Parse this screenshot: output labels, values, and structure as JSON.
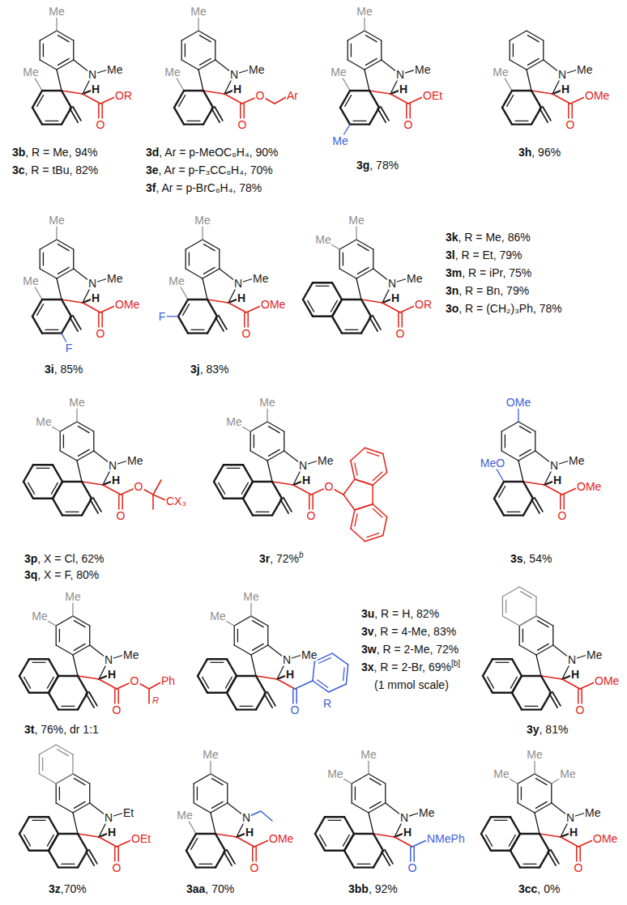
{
  "diagram": {
    "labels": [
      "Me",
      "Me",
      "N",
      "Me",
      "H",
      "O",
      "OR",
      "3b",
      ", R = Me, 94%",
      "3c",
      ", R = tBu, 82%",
      "Me",
      "Me",
      "N",
      "Me",
      "H",
      "O",
      "O",
      "Ar",
      "3d",
      ", Ar = p-MeOC₆H₄, 90%",
      "3e",
      ", Ar = p-F₃CC₆H₄, 70%",
      "3f",
      ", Ar = p-BrC₆H₄, 78%",
      "Me",
      "Me",
      "N",
      "Me",
      "H",
      "Me",
      "O",
      "OEt",
      "3g",
      ", 78%",
      "Me",
      "N",
      "Me",
      "H",
      "O",
      "OMe",
      "3h",
      ", 96%",
      "Me",
      "Me",
      "N",
      "Me",
      "H",
      "F",
      "O",
      "OMe",
      "3i",
      ", 85%",
      "Me",
      "Me",
      "N",
      "Me",
      "H",
      "F",
      "O",
      "OMe",
      "3j",
      ", 83%",
      "Me",
      "Me",
      "N",
      "Me",
      "H",
      "O",
      "OR",
      "3k",
      ", R = Me, 86%",
      "3l",
      ", R = Et, 79%",
      "3m",
      ", R = iPr, 75%",
      "3n",
      ", R = Bn, 79%",
      "3o",
      ", R = (CH₂)₃Ph, 78%",
      "Me",
      "Me",
      "N",
      "Me",
      "H",
      "O",
      "O",
      "CX₃",
      "3p",
      ", X = Cl, 62%",
      "3q",
      ", X = F, 80%",
      "Me",
      "Me",
      "N",
      "Me",
      "H",
      "O",
      "O",
      "3r",
      ", 72%",
      "b",
      "OMe",
      "MeO",
      "N",
      "Me",
      "H",
      "O",
      "OMe",
      "3s",
      ", 54%",
      "Me",
      "Me",
      "N",
      "Me",
      "H",
      "O",
      "O",
      "R",
      "Ph",
      "3t",
      ", 76%, dr 1:1",
      "Me",
      "Me",
      "N",
      "Me",
      "H",
      "O",
      "R",
      "3u",
      ", R = H, 82%",
      "3v",
      ", R = 4-Me, 83%",
      "3w",
      ", R = 2-Me, 72%",
      "3x",
      ", R = 2-Br, 69%",
      "[b]",
      "(1 mmol scale)",
      "N",
      "Me",
      "H",
      "O",
      "OMe",
      "3y",
      ", 81%",
      "N",
      "Et",
      "H",
      "O",
      "OEt",
      "3z",
      ",70%",
      "Me",
      "Me",
      "N",
      "H",
      "O",
      "OMe",
      "3aa",
      ", 70%",
      "Me",
      "Me",
      "N",
      "Me",
      "H",
      "O",
      "NMePh",
      "3bb",
      ", 92%",
      "Me",
      "Me",
      "Me",
      "N",
      "Me",
      "H",
      "O",
      "OMe",
      "3cc",
      ", 0%"
    ]
  }
}
